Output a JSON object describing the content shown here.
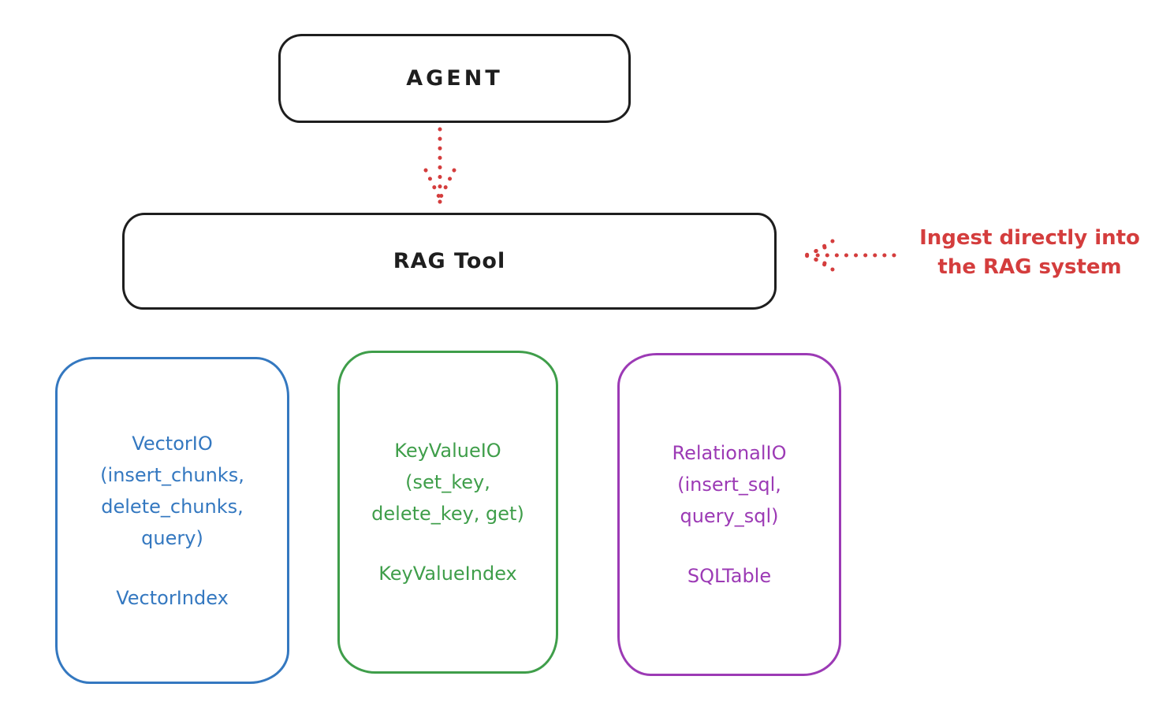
{
  "canvas": {
    "background": "#ffffff",
    "ink_color": "#1e1e1e",
    "accent_red": "#d43d3d"
  },
  "nodes": {
    "agent": {
      "label": "AGENT"
    },
    "rag_tool": {
      "label": "RAG Tool"
    },
    "vector_io": {
      "color": "#3478c0",
      "lines": [
        "VectorIO",
        "(insert_chunks,",
        "delete_chunks,",
        "query)"
      ],
      "index_label": "VectorIndex"
    },
    "key_value_io": {
      "color": "#3f9e4a",
      "lines": [
        "KeyValueIO",
        "(set_key,",
        "delete_key, get)"
      ],
      "index_label": "KeyValueIndex"
    },
    "relational_io": {
      "color": "#9c3ab5",
      "lines": [
        "RelationalIO",
        "(insert_sql,",
        "query_sql)"
      ],
      "index_label": "SQLTable"
    }
  },
  "annotation": {
    "line1": "Ingest directly into",
    "line2": "the RAG system",
    "color": "#d43d3d"
  },
  "edges": {
    "agent_to_rag": {
      "style": "dotted",
      "direction": "down",
      "color": "#d43d3d"
    },
    "annotation_to_rag": {
      "style": "dotted",
      "direction": "left",
      "color": "#d43d3d"
    }
  }
}
